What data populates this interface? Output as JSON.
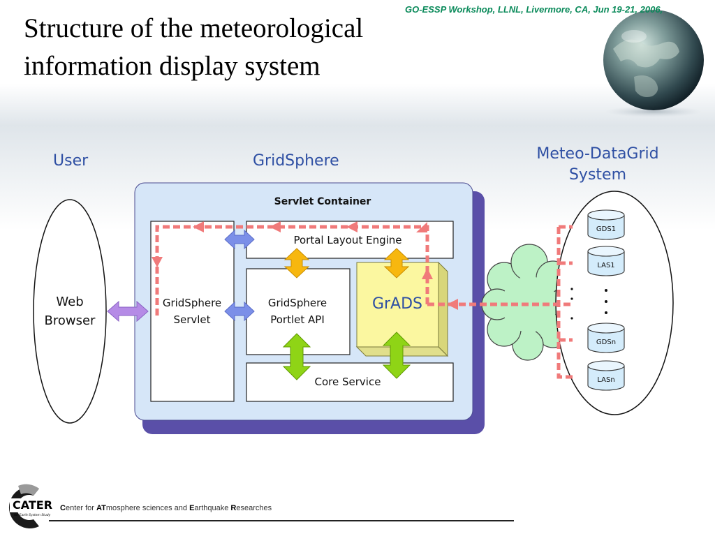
{
  "header": {
    "workshop": "GO-ESSP Workshop, LLNL, Livermore, CA, Jun 19-21, 2006,",
    "title_line1": "Structure of the meteorological",
    "title_line2": "information display system"
  },
  "diagram": {
    "user_label": "User",
    "gridsphere_label": "GridSphere",
    "meteo_label_line1": "Meteo-DataGrid",
    "meteo_label_line2": "System",
    "web_browser_line1": "Web",
    "web_browser_line2": "Browser",
    "servlet_container": "Servlet Container",
    "portal_layout_engine": "Portal Layout Engine",
    "gridsphere_servlet_line1": "GridSphere",
    "gridsphere_servlet_line2": "Servlet",
    "portlet_api_line1": "GridSphere",
    "portlet_api_line2": "Portlet API",
    "grads": "GrADS",
    "core_service": "Core Service",
    "datastores": [
      {
        "label": "GDS1"
      },
      {
        "label": "LAS1"
      },
      {
        "label": "GDSn"
      },
      {
        "label": "LASn"
      }
    ],
    "colors": {
      "container_fill": "#d6e6f8",
      "container_shadow": "#5a4fa8",
      "grads_fill": "#fbf7a0",
      "dashed_arrow": "#f07a7a",
      "orange_arrow": "#f7b70f",
      "green_arrow": "#8fd416",
      "blue_arrow": "#7b8fe8",
      "purple_arrow": "#b58be6",
      "label_blue": "#2e4fa3"
    }
  },
  "footer": {
    "logo_text": "CATER",
    "logo_subtext": "for Earth System Study",
    "org_c": "C",
    "org_1": "enter for ",
    "org_at": "AT",
    "org_2": "mosphere sciences and ",
    "org_e": "E",
    "org_3": "arthquake ",
    "org_r": "R",
    "org_4": "esearches"
  }
}
